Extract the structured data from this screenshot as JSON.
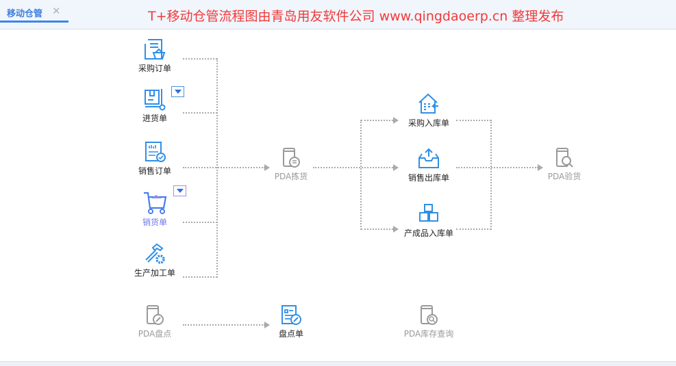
{
  "tab": {
    "label": "移动仓管",
    "close": "✕"
  },
  "banner": "T+移动仓管流程图由青岛用友软件公司 www.qingdaoerp.cn 整理发布",
  "nodes": {
    "purchase_order": "采购订单",
    "purchase_receipt": "进货单",
    "sales_order": "销售订单",
    "sales_delivery": "销货单",
    "production_order": "生产加工单",
    "pda_picking": "PDA拣货",
    "purchase_inbound": "采购入库单",
    "sales_outbound": "销售出库单",
    "product_inbound": "产成品入库单",
    "pda_inspection": "PDA验货",
    "pda_stocktake": "PDA盘点",
    "stocktake_doc": "盘点单",
    "pda_inventory_query": "PDA库存查询"
  },
  "colors": {
    "accent": "#3d85ea",
    "banner": "#f03a3a",
    "icon_blue": "#2f8fe6",
    "icon_gray": "#999999"
  }
}
